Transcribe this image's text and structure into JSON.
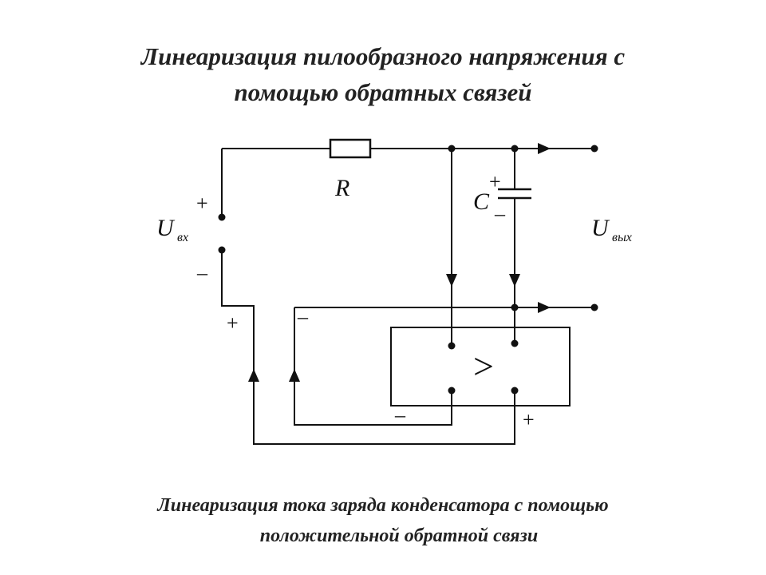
{
  "title": {
    "line1": "Линеаризация пилообразного напряжения с",
    "line2": "помощью обратных связей"
  },
  "caption": {
    "line1": "Линеаризация тока заряда конденсатора с помощью",
    "line2": "положительной обратной связи"
  },
  "diagram": {
    "resistor_label": "R",
    "capacitor_label": "C",
    "input_label_main": "U",
    "input_label_sub": "вх",
    "output_label_main": "U",
    "output_label_sub": "вых",
    "comparator_symbol": ">",
    "plus": "+",
    "minus": "–"
  },
  "colors": {
    "ink": "#111111",
    "text": "#222222"
  }
}
